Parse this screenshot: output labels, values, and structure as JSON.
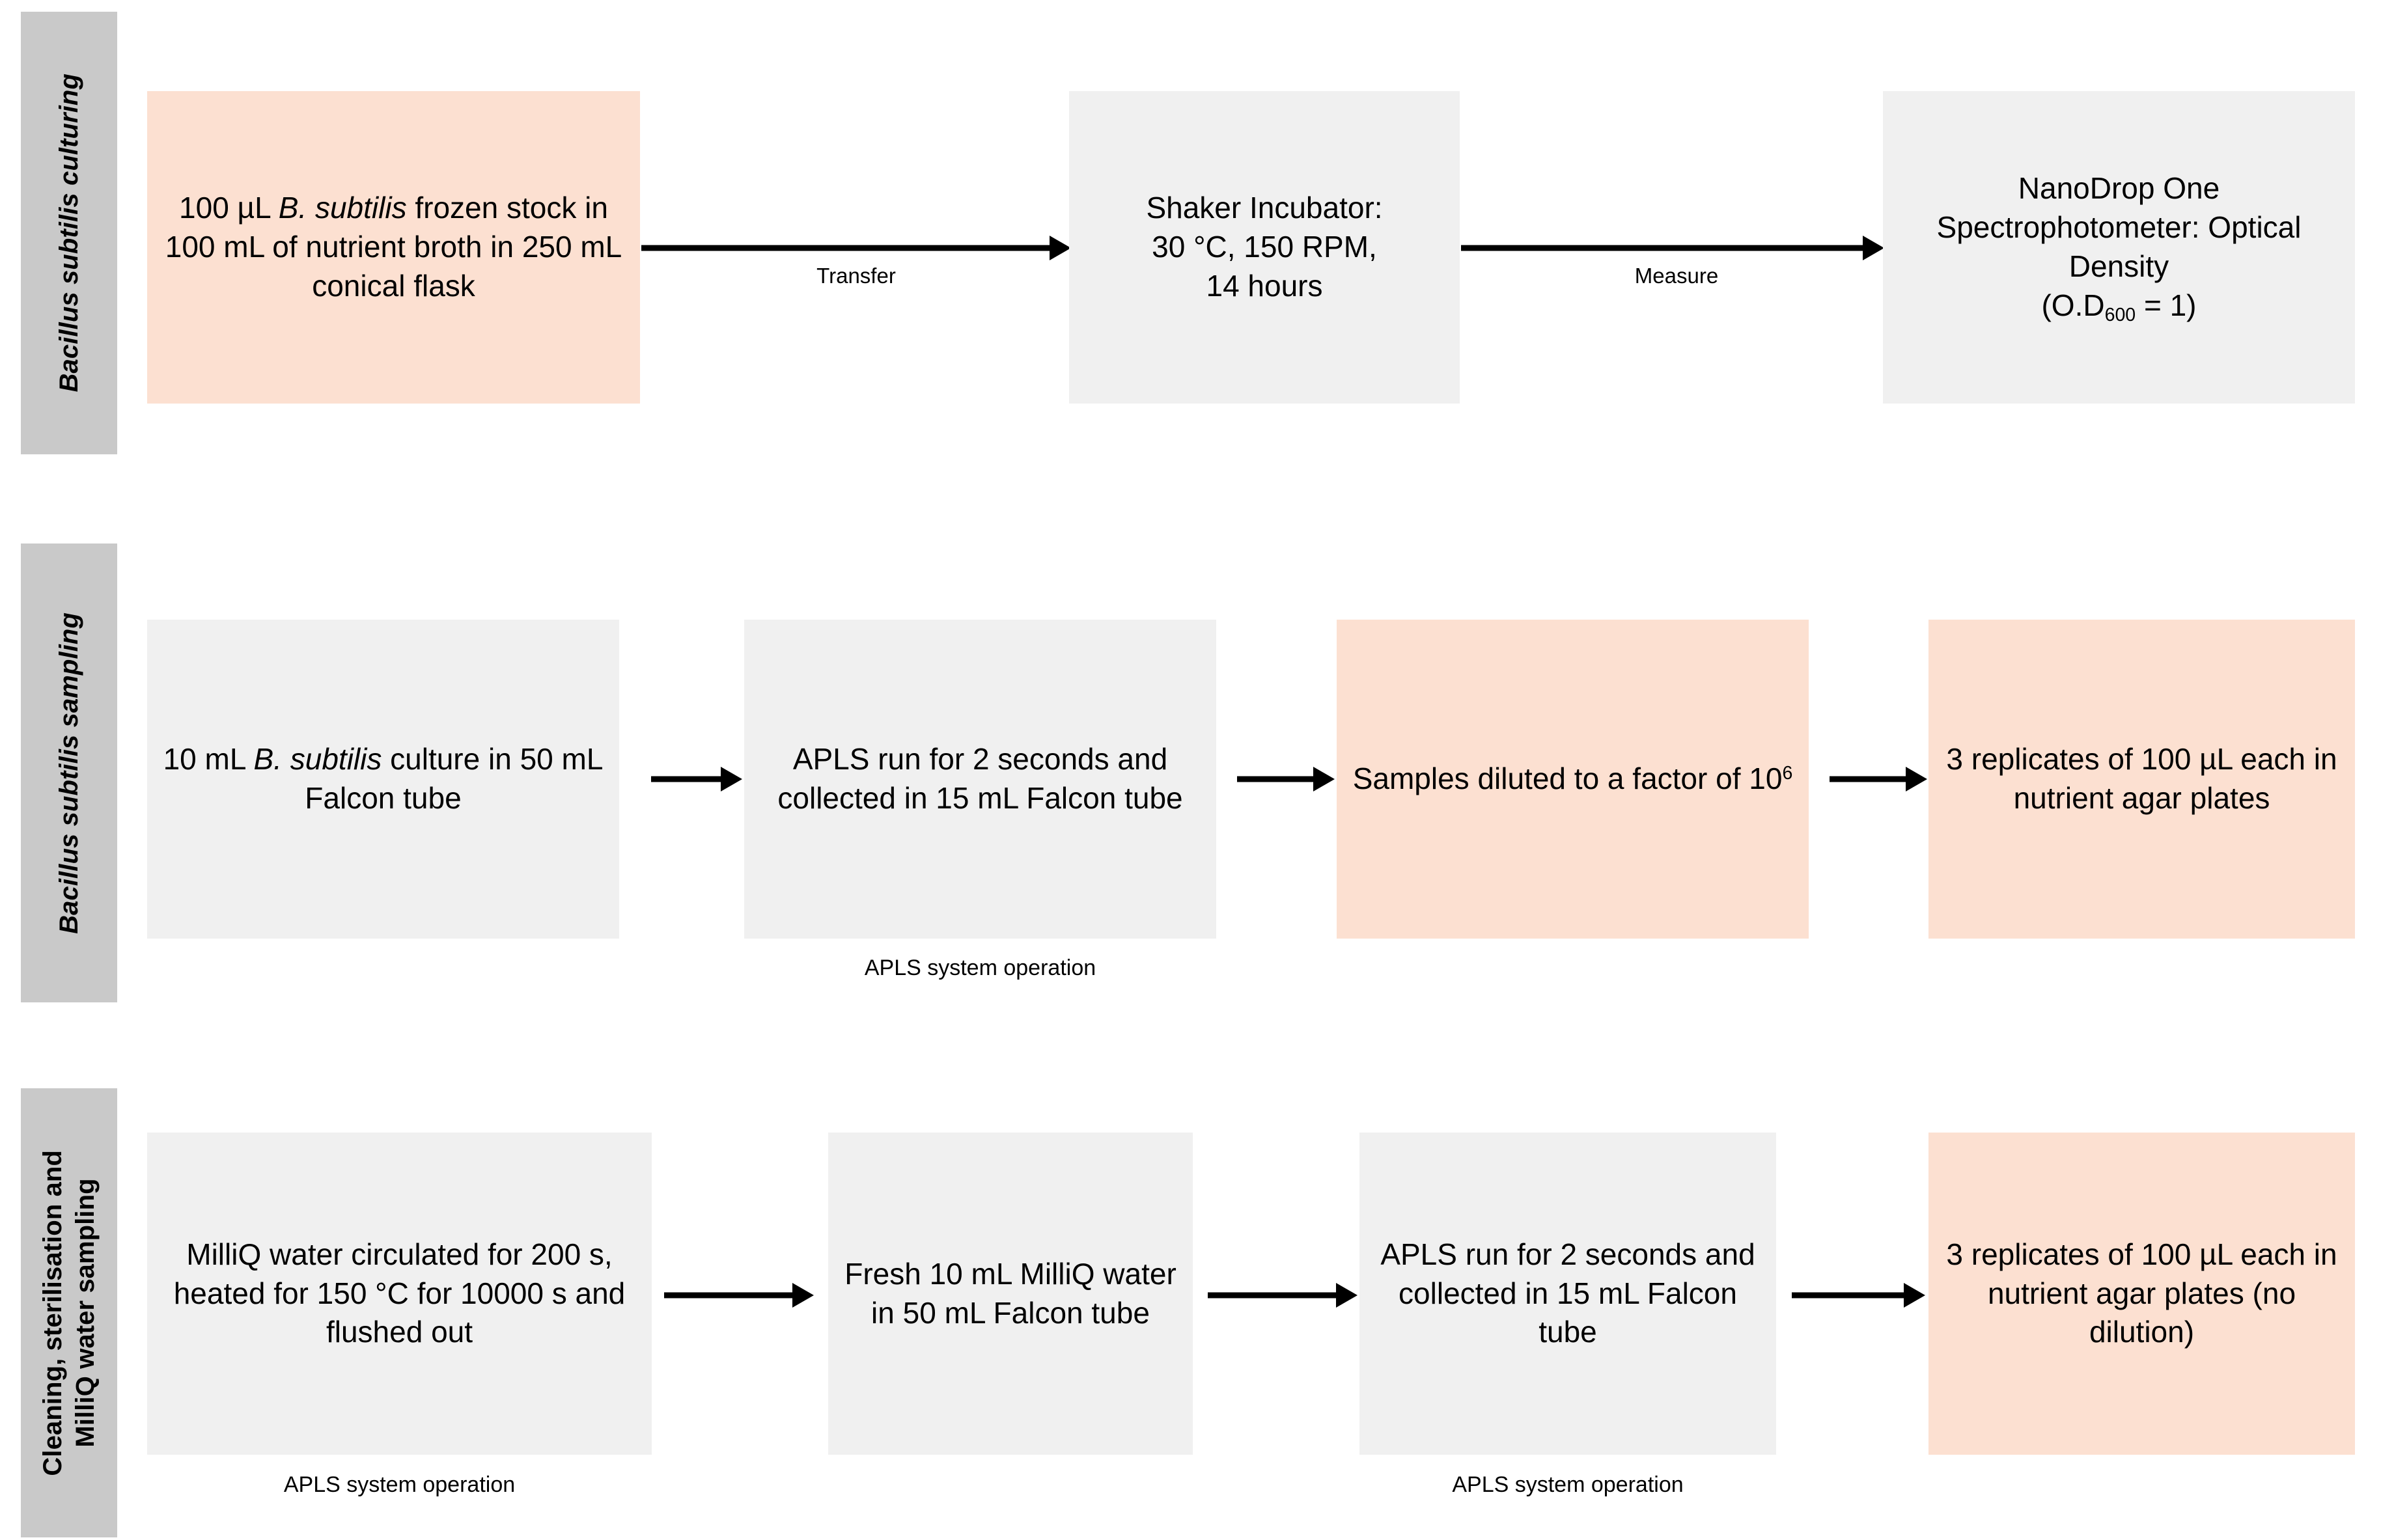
{
  "diagram": {
    "type": "flowchart",
    "title": "",
    "colors": {
      "band_gray": "#c9c9c9",
      "box_gray": "#f0f0f0",
      "box_pink": "#fce0d1",
      "arrow_black": "#000000",
      "background": "#ffffff"
    }
  },
  "sections": [
    {
      "label_line1": "Bacillus subtilis",
      "label_line2": " culturing",
      "label_full": "Bacillus subtilis culturing"
    },
    {
      "label_line1": "Bacillus subtilis",
      "label_line2": " sampling",
      "label_full": "Bacillus subtilis sampling"
    },
    {
      "label_line1": "Cleaning, sterilisation and",
      "label_line2": "MilliQ water sampling",
      "label_full": "Cleaning, sterilisation and MilliQ water sampling"
    }
  ],
  "row1": {
    "boxes": [
      {
        "id": "b11",
        "fill": "pink",
        "text": "100 µL B. subtilis frozen stock in 100 mL of nutrient broth in 250 mL conical flask"
      },
      {
        "id": "b12",
        "fill": "gray",
        "text": "Shaker Incubator: 30 °C, 150 RPM, 14 hours"
      },
      {
        "id": "b13",
        "fill": "gray",
        "text": "NanoDrop One Spectrophotometer: Optical Density (O.D600 = 1)"
      }
    ],
    "arrows": [
      {
        "label": "Transfer"
      },
      {
        "label": "Measure"
      }
    ]
  },
  "row2": {
    "boxes": [
      {
        "id": "b21",
        "fill": "gray",
        "text": "10 mL B. subtilis culture in 50 mL Falcon tube",
        "caption": ""
      },
      {
        "id": "b22",
        "fill": "gray",
        "text": "APLS run for 2 seconds and collected in 15 mL Falcon tube",
        "caption": "APLS system operation"
      },
      {
        "id": "b23",
        "fill": "pink",
        "text": "Samples diluted to a factor of 10^6",
        "caption": ""
      },
      {
        "id": "b24",
        "fill": "pink",
        "text": "3 replicates of 100 µL each in nutrient agar plates",
        "caption": ""
      }
    ],
    "arrows": [
      {
        "label": ""
      },
      {
        "label": ""
      },
      {
        "label": ""
      }
    ]
  },
  "row3": {
    "boxes": [
      {
        "id": "b31",
        "fill": "gray",
        "text": "MilliQ water circulated for 200 s, heated for 150 °C for 10000 s and flushed out",
        "caption": "APLS system operation"
      },
      {
        "id": "b32",
        "fill": "gray",
        "text": "Fresh 10 mL MilliQ water in 50 mL Falcon tube",
        "caption": ""
      },
      {
        "id": "b33",
        "fill": "gray",
        "text": "APLS run for 2 seconds and collected in 15 mL Falcon tube",
        "caption": "APLS system operation"
      },
      {
        "id": "b34",
        "fill": "pink",
        "text": "3 replicates of 100 µL each in nutrient agar plates (no dilution)",
        "caption": ""
      }
    ],
    "arrows": [
      {
        "label": ""
      },
      {
        "label": ""
      },
      {
        "label": ""
      }
    ]
  },
  "text_fragments": {
    "b11_a": "100 µL ",
    "b11_i": "B. subtilis",
    "b11_b": " frozen stock in 100 mL of nutrient broth in 250 mL conical flask",
    "b12_all": "Shaker Incubator:\n30 °C, 150 RPM,\n14 hours",
    "b13_a": "NanoDrop One Spectrophotometer: Optical Density",
    "b13_b": "(O.D",
    "b13_sub": "600",
    "b13_c": " = 1)",
    "b21_a": "10 mL ",
    "b21_i": "B. subtilis",
    "b21_b": " culture in 50 mL Falcon tube",
    "b22_all": "APLS run for 2 seconds and collected in 15 mL Falcon tube",
    "b23_a": "Samples diluted to a factor of 10",
    "b23_sup": "6",
    "b24_all": "3 replicates of 100 µL each in nutrient agar plates",
    "b31_all": "MilliQ water circulated for 200 s, heated for 150 °C for 10000 s and flushed out",
    "b32_all": "Fresh 10 mL MilliQ water in 50 mL Falcon tube",
    "b33_all": "APLS run for 2 seconds and collected in 15 mL Falcon tube",
    "b34_all": "3 replicates of 100 µL each in nutrient agar plates (no dilution)",
    "caption_apls": "APLS system operation",
    "edge_transfer": "Transfer",
    "edge_measure": "Measure"
  }
}
